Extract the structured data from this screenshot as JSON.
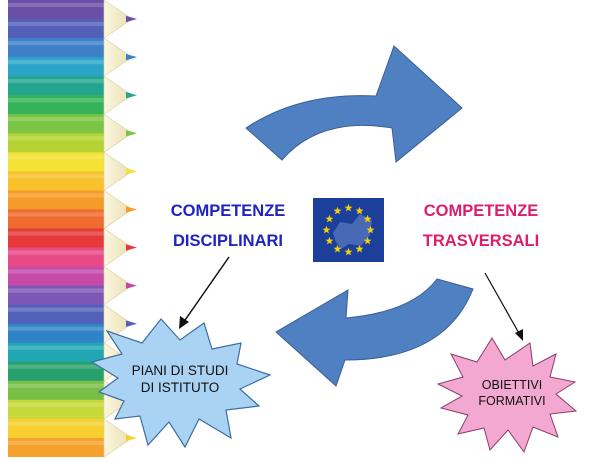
{
  "colors": {
    "disciplinari": "#1f23c4",
    "trasversali": "#dc1e6e",
    "cycle_arrow_fill": "#4f80c2",
    "cycle_arrow_stroke": "#3a5f94",
    "burst_blue": "#a9d2f3",
    "burst_pink": "#f2a8d0",
    "eu_blue": "#1b3f9a",
    "eu_star": "#f5d10a",
    "pencil_wood": "#f6efcf",
    "pencil_band": [
      "#6a4fa6",
      "#5360b8",
      "#3f7fc8",
      "#2aa5c8",
      "#23a58e",
      "#35b35b",
      "#7cc443",
      "#b5d433",
      "#f4e235",
      "#f8c22b",
      "#f59b2a",
      "#ef6b2f",
      "#e63a3a",
      "#e84a86",
      "#c44aa5",
      "#7e57b6",
      "#5360b8",
      "#2f83c6",
      "#21a7b3",
      "#28a06d",
      "#79bf45",
      "#c7d93a",
      "#f7cf2f",
      "#f6a12c"
    ]
  },
  "icons": [
    "eu-flag-icon",
    "cycle-arrow-icon",
    "pencil-icon"
  ],
  "labels": {
    "competenze_disciplinari": {
      "line1": "COMPETENZE",
      "line2": "DISCIPLINARI"
    },
    "competenze_trasversali": {
      "line1": "COMPETENZE",
      "line2": "TRASVERSALI"
    },
    "piani": {
      "line1": "PIANI DI STUDI",
      "line2": "DI ISTITUTO"
    },
    "obiettivi": {
      "line1": "OBIETTIVI",
      "line2": "FORMATIVI"
    }
  }
}
